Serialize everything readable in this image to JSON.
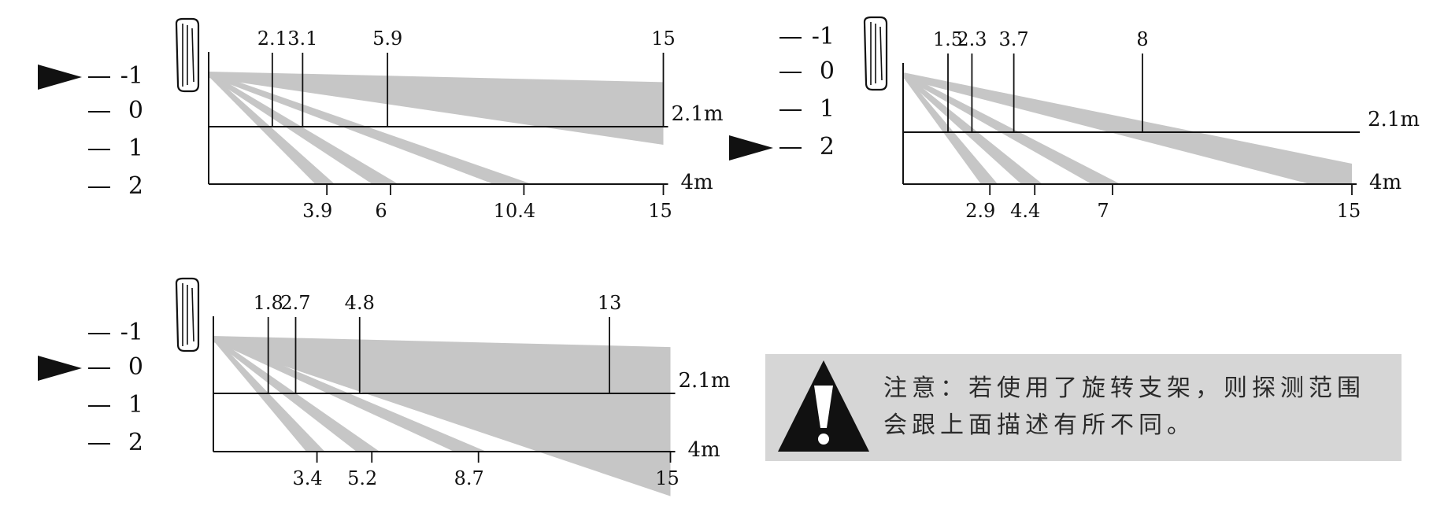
{
  "colors": {
    "beam": "#c6c6c6",
    "line": "#111111",
    "pointer": "#111111",
    "note_bg": "#d6d6d6"
  },
  "icons": {
    "sensor": "pir-sensor-icon",
    "pointer": "triangle-pointer-icon",
    "warning": "warning-triangle-icon"
  },
  "panels": [
    {
      "id": "minus1",
      "tilt_labels": [
        "-1",
        "0",
        "1",
        "2"
      ],
      "selected_tilt": "-1",
      "top_labels": [
        "2.1",
        "3.1",
        "5.9",
        "15"
      ],
      "bottom_labels": [
        "3.9",
        "6",
        "10.4",
        "15"
      ],
      "height_label": "2.1m",
      "floor_label": "4m",
      "beams": [
        {
          "floor": 3.9,
          "width": 0.38
        },
        {
          "floor": 6,
          "width": 0.6
        },
        {
          "floor": 10.4,
          "width": 1.0
        },
        {
          "wall": 15,
          "top": 2.1,
          "bottom": 1.1,
          "upper": 3.1
        }
      ]
    },
    {
      "id": "plus2",
      "tilt_labels": [
        "-1",
        "0",
        "1",
        "2"
      ],
      "selected_tilt": "2",
      "top_labels": [
        "1.5",
        "2.3",
        "3.7",
        "8"
      ],
      "bottom_labels": [
        "2.9",
        "4.4",
        "7",
        "15"
      ],
      "height_label": "2.1m",
      "floor_label": "4m",
      "beams": [
        {
          "floor": 2.9,
          "width": 0.3
        },
        {
          "floor": 4.4,
          "width": 0.45
        },
        {
          "floor": 7,
          "width": 0.7
        },
        {
          "wall": 15,
          "top": 4.0,
          "bottom": 4.0,
          "upper": 4.0,
          "floor_start": 13.6
        }
      ]
    },
    {
      "id": "zero",
      "tilt_labels": [
        "-1",
        "0",
        "1",
        "2"
      ],
      "selected_tilt": "0",
      "top_labels": [
        "1.8",
        "2.7",
        "4.8",
        "13"
      ],
      "bottom_labels": [
        "3.4",
        "5.2",
        "8.7",
        "15"
      ],
      "height_label": "2.1m",
      "floor_label": "4m",
      "beams": [
        {
          "floor": 3.4,
          "width": 0.35
        },
        {
          "floor": 5.2,
          "width": 0.5
        },
        {
          "floor": 8.7,
          "width": 0.8
        },
        {
          "wall": 15,
          "top": 2.3,
          "bottom": 4.0,
          "upper": 3.6
        }
      ]
    }
  ],
  "note": {
    "text": "注意：若使用了旋转支架，则探测范围会跟上面描述有所不同。"
  }
}
